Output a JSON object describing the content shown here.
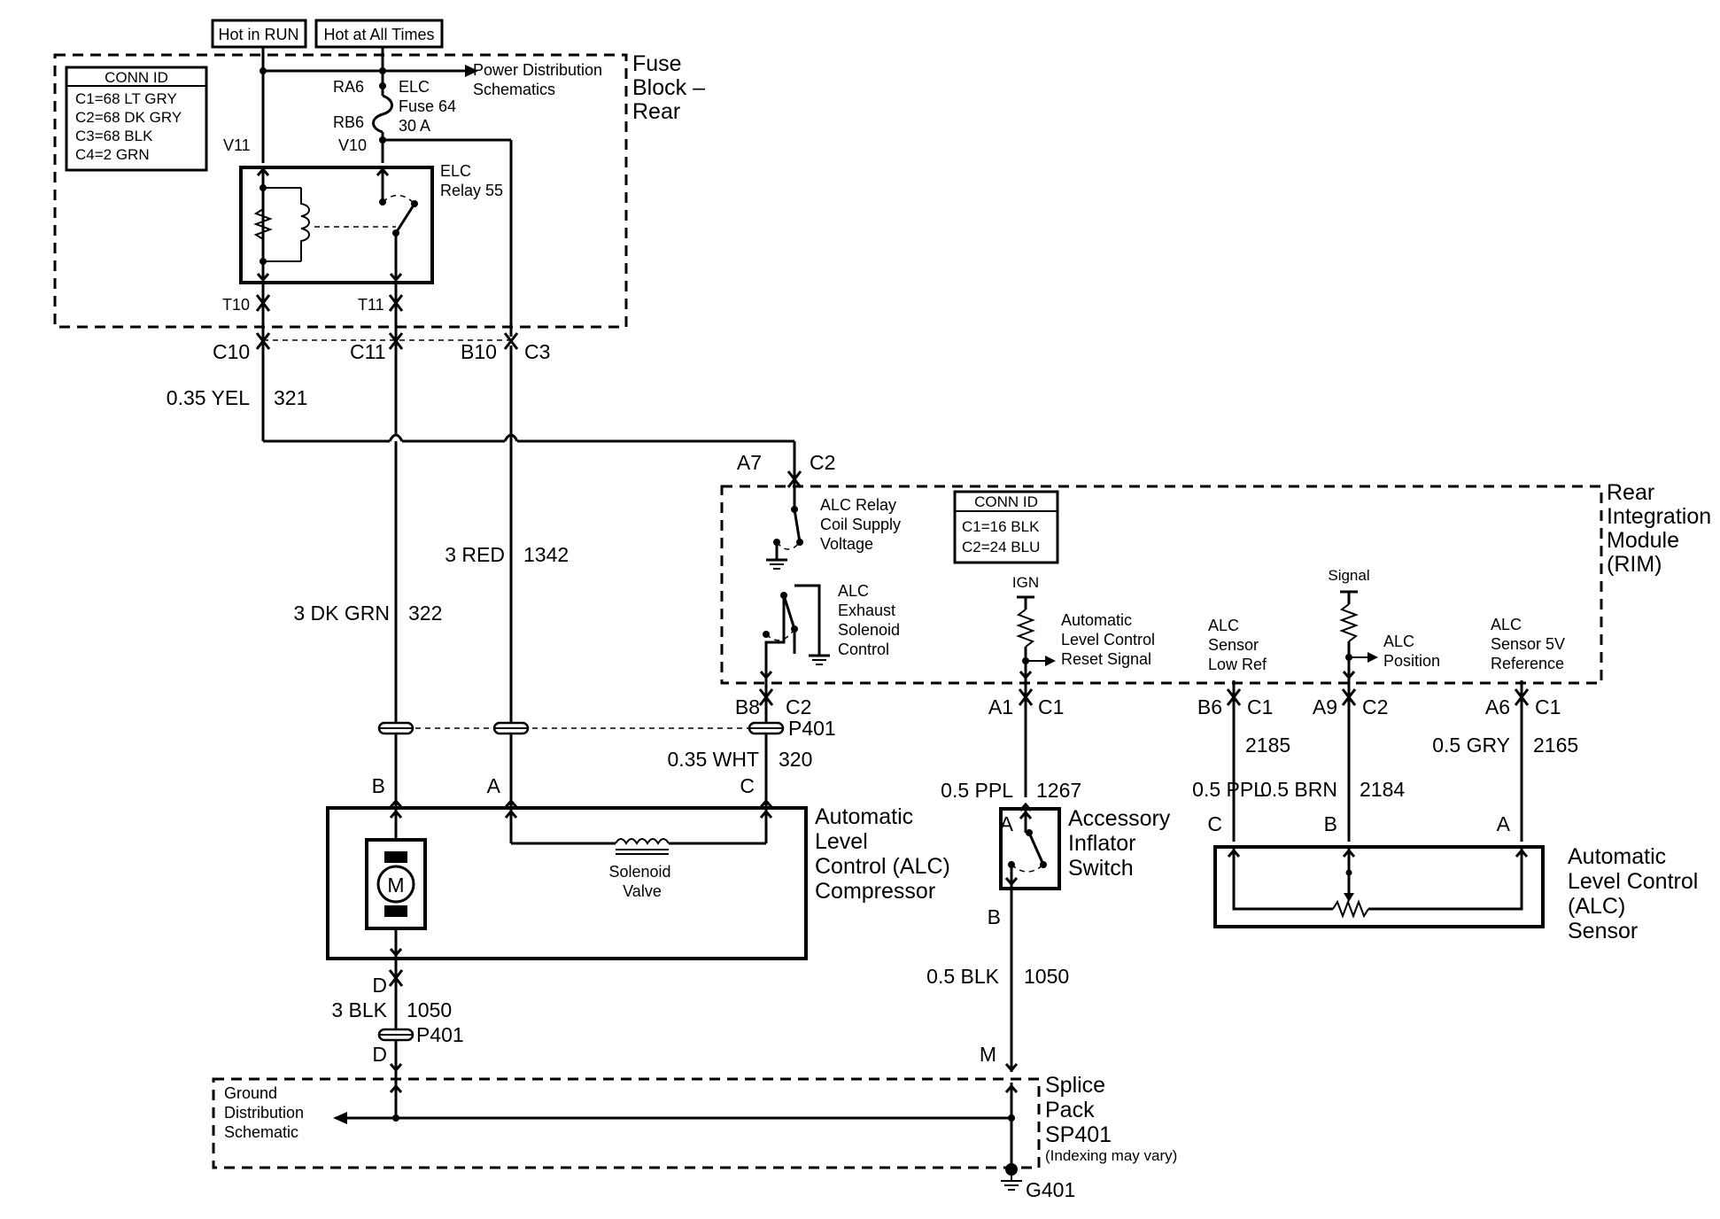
{
  "top_tags": {
    "hot_in_run": "Hot in RUN",
    "hot_at_all_times": "Hot at All Times"
  },
  "fuse_block": {
    "title": [
      "Fuse",
      "Block –",
      "Rear"
    ],
    "conn_id": {
      "header": "CONN ID",
      "lines": [
        "C1=68 LT GRY",
        "C2=68 DK GRY",
        "C3=68 BLK",
        "C4=2 GRN"
      ]
    },
    "pins": {
      "ra6": "RA6",
      "rb6": "RB6",
      "v10": "V10",
      "v11": "V11",
      "t10": "T10",
      "t11": "T11"
    },
    "fuse": [
      "ELC",
      "Fuse 64",
      "30 A"
    ],
    "relay": [
      "ELC",
      "Relay 55"
    ],
    "power_distribution": [
      "Power Distribution",
      "Schematics"
    ]
  },
  "connectors": {
    "c10": "C10",
    "c11": "C11",
    "b10": "B10",
    "c3": "C3",
    "a7": "A7",
    "a7_conn": "C2",
    "b8": "B8",
    "b8_conn": "C2",
    "a1": "A1",
    "a1_conn": "C1",
    "b6": "B6",
    "b6_conn": "C1",
    "a9": "A9",
    "a9_conn": "C2",
    "a6": "A6",
    "a6_conn": "C1",
    "p401": "P401",
    "p401_bottom": "P401"
  },
  "wires": {
    "w321": {
      "gauge": "0.35 YEL",
      "circuit": "321"
    },
    "w322": {
      "gauge": "3 DK GRN",
      "circuit": "322"
    },
    "w1342": {
      "gauge": "3 RED",
      "circuit": "1342"
    },
    "w320": {
      "gauge": "0.35 WHT",
      "circuit": "320"
    },
    "w1267": {
      "gauge": "0.5 PPL",
      "circuit": "1267"
    },
    "w2185": {
      "gauge": "0.5 PPL",
      "circuit": "2185"
    },
    "w2184": {
      "gauge": "0.5 BRN",
      "circuit": "2184"
    },
    "w2165": {
      "gauge": "0.5 GRY",
      "circuit": "2165"
    },
    "w1050_comp": {
      "gauge": "3 BLK",
      "circuit": "1050"
    },
    "w1050_switch": {
      "gauge": "0.5 BLK",
      "circuit": "1050"
    }
  },
  "rim": {
    "title": [
      "Rear",
      "Integration",
      "Module",
      "(RIM)"
    ],
    "conn_id": {
      "header": "CONN ID",
      "lines": [
        "C1=16 BLK",
        "C2=24 BLU"
      ]
    },
    "relay_coil": [
      "ALC Relay",
      "Coil Supply",
      "Voltage"
    ],
    "exhaust": [
      "ALC",
      "Exhaust",
      "Solenoid",
      "Control"
    ],
    "ign": "IGN",
    "reset": [
      "Automatic",
      "Level Control",
      "Reset Signal"
    ],
    "sensor_low_ref": [
      "ALC",
      "Sensor",
      "Low Ref"
    ],
    "signal": "Signal",
    "alc_position": [
      "ALC",
      "Position"
    ],
    "sensor_5v": [
      "ALC",
      "Sensor 5V",
      "Reference"
    ]
  },
  "compressor": {
    "title": [
      "Automatic",
      "Level",
      "Control (ALC)",
      "Compressor"
    ],
    "pins": {
      "a": "A",
      "b": "B",
      "c": "C",
      "d": "D",
      "d2": "D"
    },
    "motor": "M",
    "solenoid": [
      "Solenoid",
      "Valve"
    ]
  },
  "switch": {
    "title": [
      "Accessory",
      "Inflator",
      "Switch"
    ],
    "pins": {
      "a": "A",
      "b": "B",
      "m": "M"
    }
  },
  "sensor": {
    "title": [
      "Automatic",
      "Level Control",
      "(ALC)",
      "Sensor"
    ],
    "pins": {
      "a": "A",
      "b": "B",
      "c": "C"
    }
  },
  "splice": {
    "title": [
      "Splice",
      "Pack",
      "SP401"
    ],
    "note": "(Indexing may vary)",
    "ground_distribution": [
      "Ground",
      "Distribution",
      "Schematic"
    ],
    "ground": "G401"
  }
}
